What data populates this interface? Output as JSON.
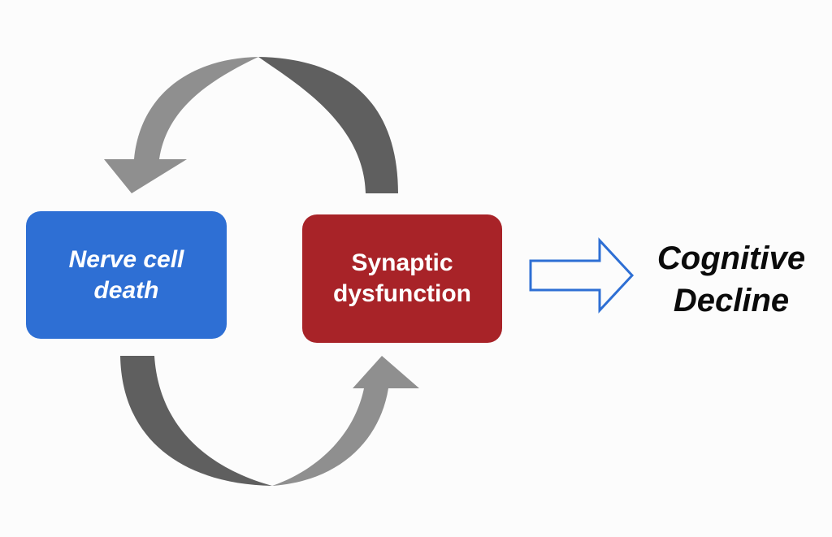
{
  "diagram": {
    "nodes": [
      {
        "id": "nerve",
        "label": "Nerve cell\ndeath",
        "color": "#2e6fd4"
      },
      {
        "id": "synaptic",
        "label": "Synaptic\ndysfunction",
        "color": "#a82328"
      }
    ],
    "outcome": {
      "label": "Cognitive\nDecline"
    },
    "edges": [
      {
        "from": "synaptic",
        "to": "nerve",
        "style": "curved-gray"
      },
      {
        "from": "nerve",
        "to": "synaptic",
        "style": "curved-gray"
      },
      {
        "from": "synaptic",
        "to": "outcome",
        "style": "outline-blue"
      }
    ],
    "colors": {
      "cycle_arrow_light": "#8f8f8f",
      "cycle_arrow_dark": "#5f5f5f",
      "outcome_arrow": "#2e6fd4"
    }
  }
}
